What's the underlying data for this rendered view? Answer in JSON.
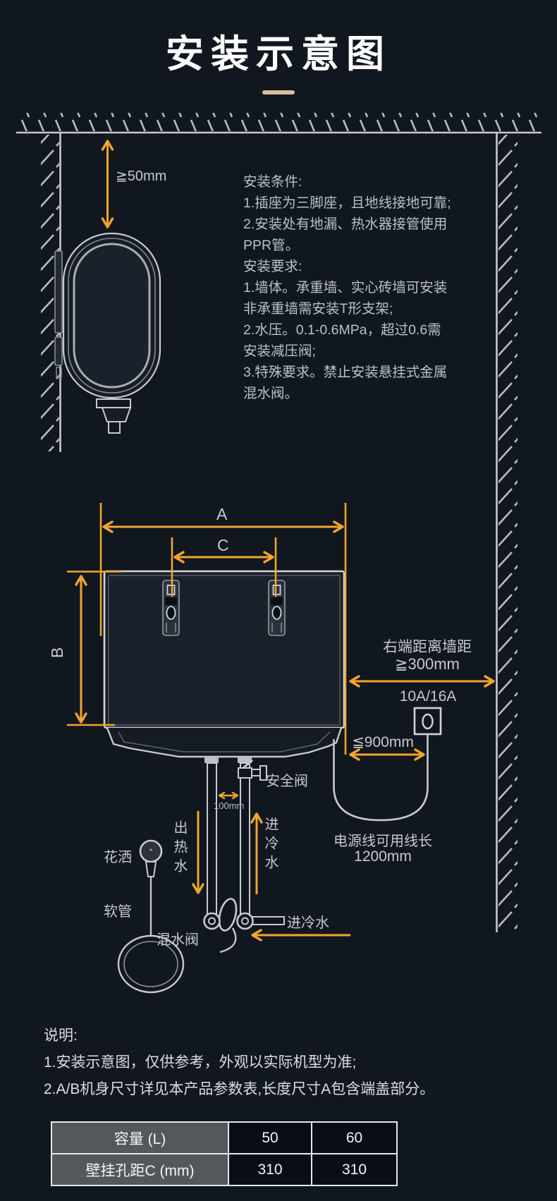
{
  "page": {
    "title": "安装示意图"
  },
  "diagram": {
    "clearance_top": "≧50mm",
    "dim_a": "A",
    "dim_b": "B",
    "dim_c": "C",
    "wall_distance_line1": "右端距离墙距",
    "wall_distance_line2": "≧300mm",
    "socket_rating": "10A/16A",
    "socket_distance": "≦900mm",
    "pipe_gap": "100mm",
    "power_cord_line1": "电源线可用线长",
    "power_cord_line2": "1200mm",
    "safety_valve": "安全阀",
    "hot_water_out": "出热水",
    "cold_water_in_vertical": "进冷水",
    "shower_head": "花洒",
    "shower_hose": "软管",
    "mixing_valve": "混水阀",
    "cold_water_in_horizontal": "进冷水"
  },
  "install_info": {
    "conditions_heading": "安装条件:",
    "conditions_lines": [
      "1.插座为三脚座，且地线接地可靠;",
      "2.安装处有地漏、热水器接管使用",
      "PPR管。"
    ],
    "requirements_heading": "安装要求:",
    "requirements_lines": [
      "1.墙体。承重墙、实心砖墙可安装",
      "非承重墙需安装T形支架;",
      "2.水压。0.1-0.6MPa，超过0.6需",
      "安装减压阀;",
      "3.特殊要求。禁止安装悬挂式金属",
      "混水阀。"
    ]
  },
  "notes": {
    "heading": "说明:",
    "lines": [
      "1.安装示意图，仅供参考，外观以实际机型为准;",
      "2.A/B机身尺寸详见本产品参数表,长度尺寸A包含端盖部分。"
    ]
  },
  "spec_table": {
    "rows": [
      {
        "label": "容量 (L)",
        "values": [
          "50",
          "60"
        ]
      },
      {
        "label": "壁挂孔距C (mm)",
        "values": [
          "310",
          "310"
        ]
      }
    ]
  },
  "colors": {
    "accent_orange": "#f2a52f",
    "line_gray": "#c5cad0",
    "gold_divider": "#d9bd92",
    "background": "#11171f"
  }
}
